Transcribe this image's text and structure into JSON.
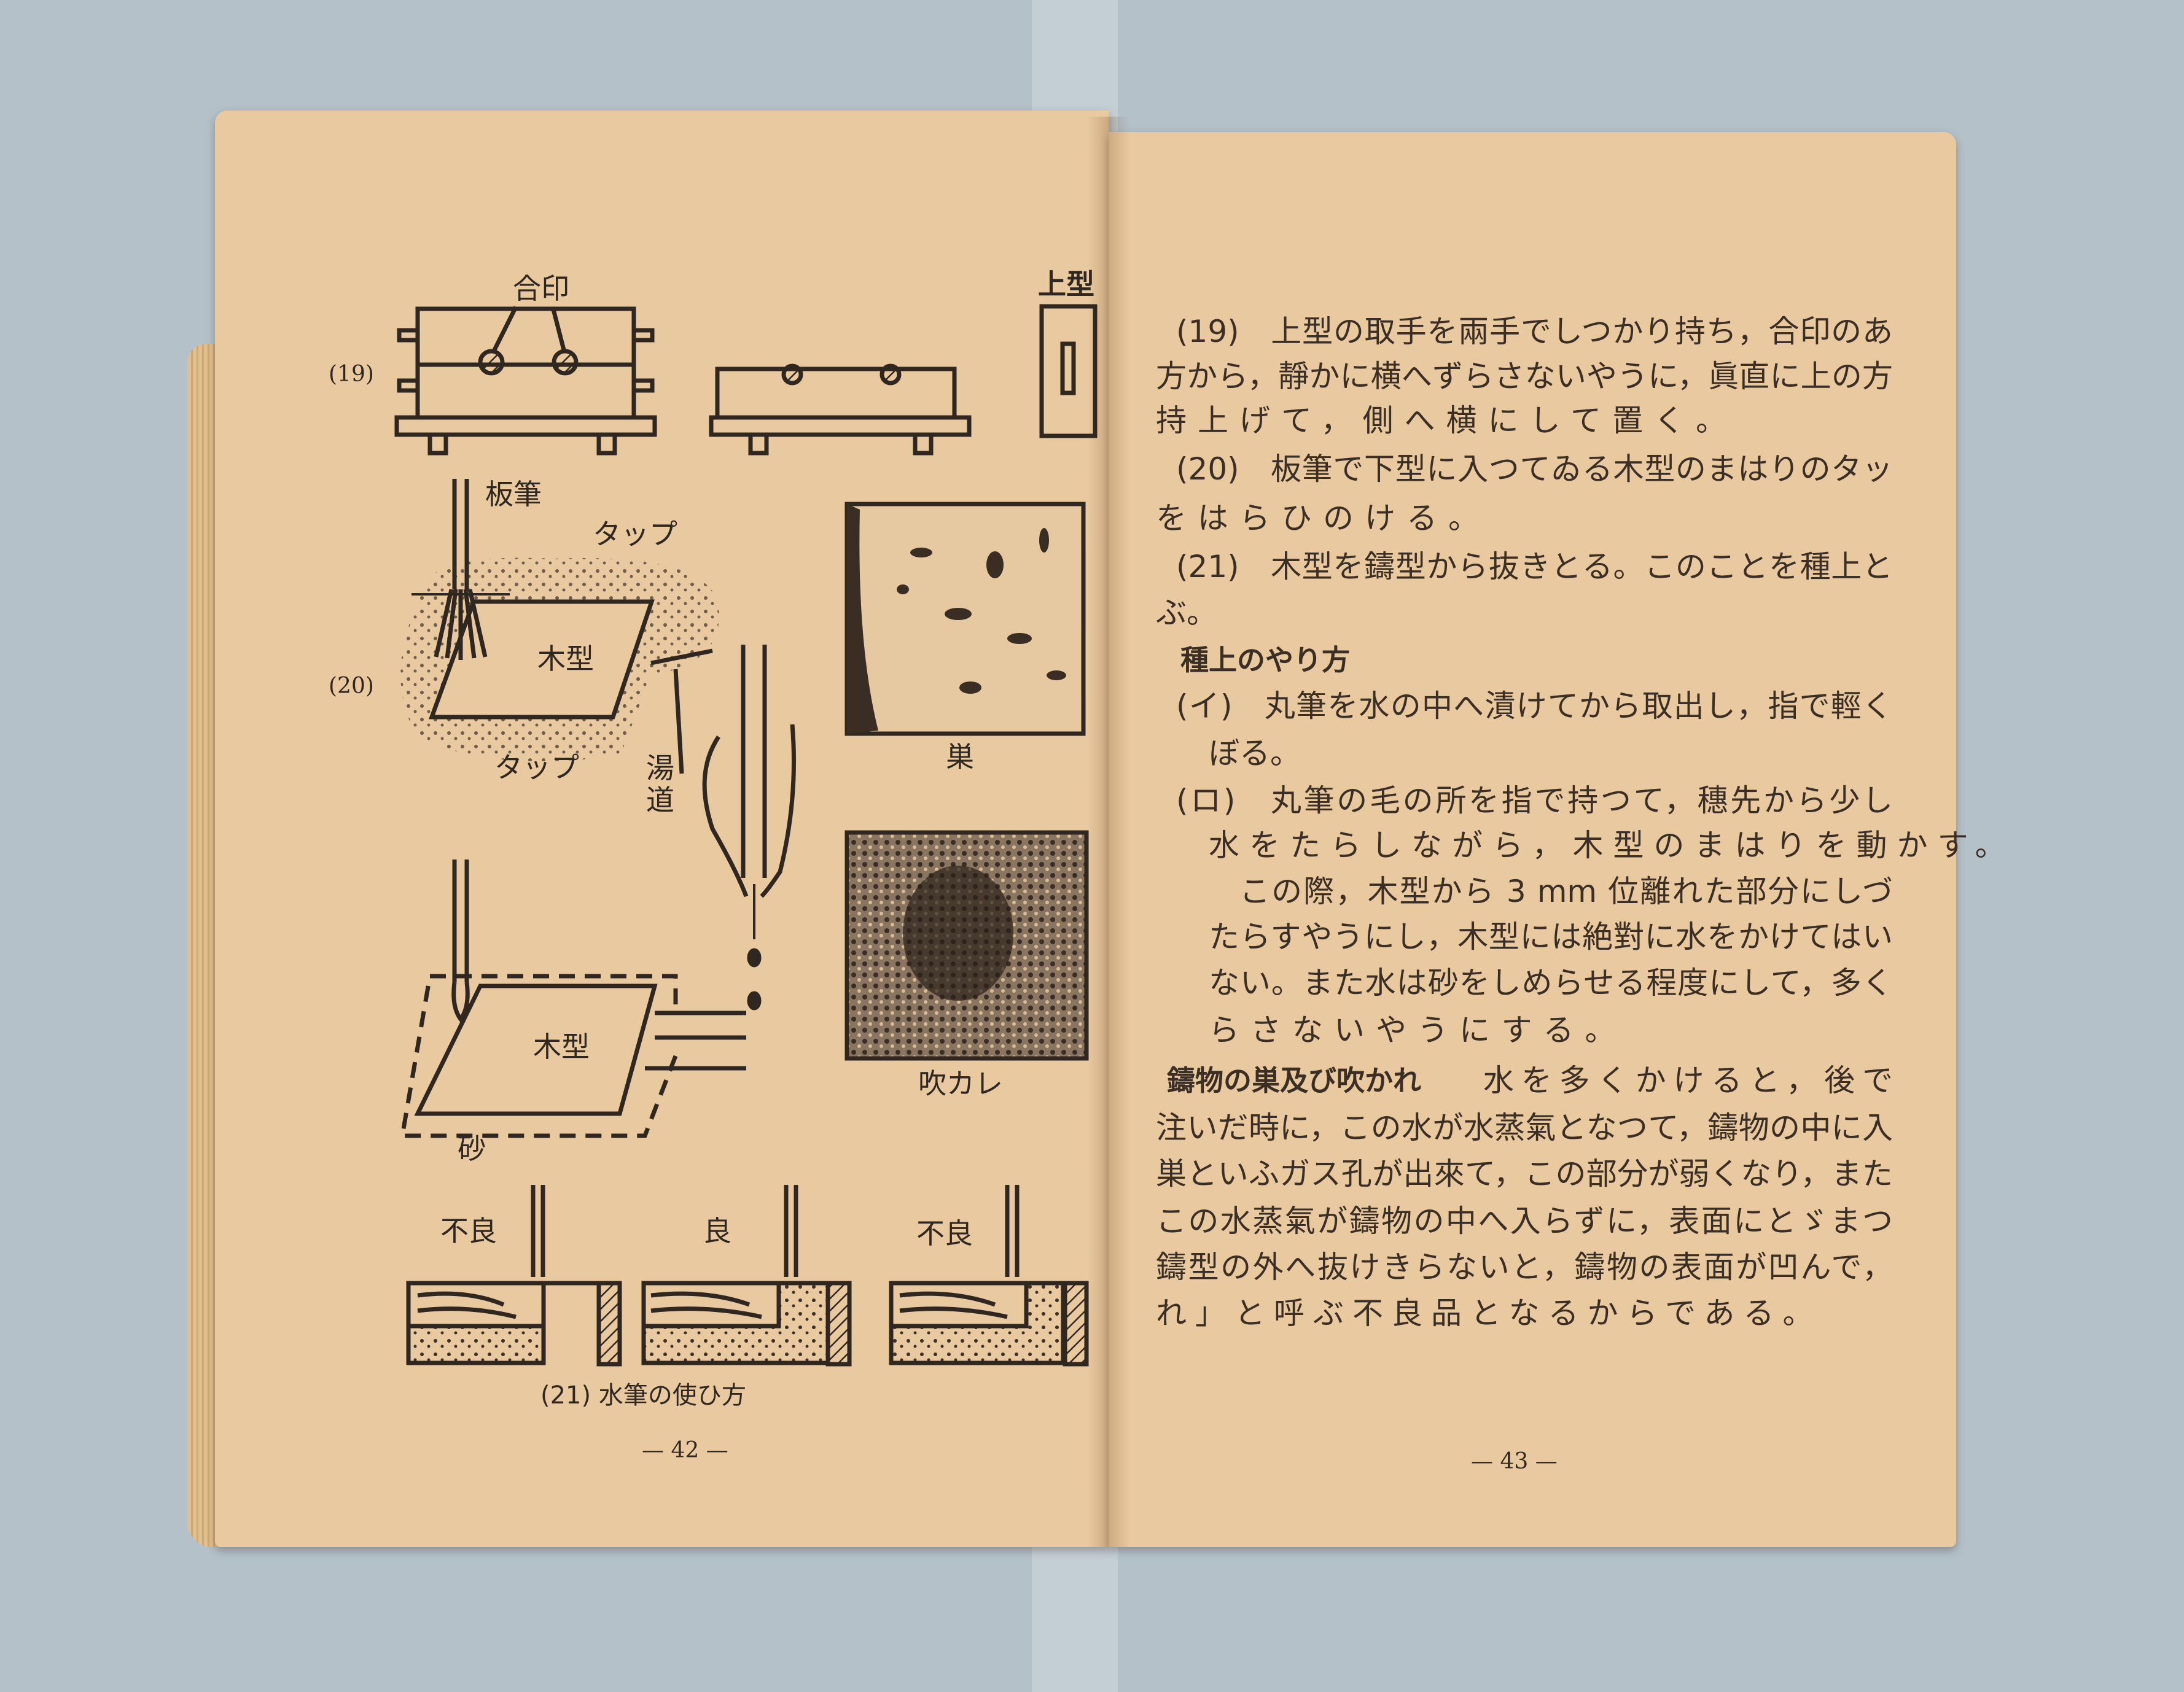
{
  "left_page": {
    "figure_labels": {
      "aijirushi": "合印",
      "uwagata": "上型",
      "fig19": "(19)",
      "itafude": "板筆",
      "tap_top": "タップ",
      "kigata_20": "木型",
      "fig20": "(20)",
      "tap_bottom": "タップ",
      "yumichi": "湯道",
      "su": "巣",
      "kigata_21": "木型",
      "fukikare": "吹カレ",
      "suna": "砂",
      "bad_left": "不良",
      "good": "良",
      "bad_right": "不良"
    },
    "caption": "(21) 水筆の使ひ方",
    "page_number": "— 42 —"
  },
  "right_page": {
    "lines": [
      "(19)　上型の取手を兩手でしつかり持ち，合印のある",
      "方から，靜かに横へずらさないやうに，眞直に上の方へ",
      "持上げて，側へ横にして置く。",
      "(20)　板筆で下型に入つてゐる木型のまはりのタップ",
      "をはらひのける。",
      "(21)　木型を鑄型から抜きとる。このことを種上と呼",
      "ぶ。",
      "(イ)　丸筆を水の中へ漬けてから取出し，指で輕くし",
      "ぼる。",
      "(ロ)　丸筆の毛の所を指で持つて，穗先から少しづゝ",
      "水をたらしながら，木型のまはりを動かす。",
      "この際，木型から 3 mm 位離れた部分にしづくを",
      "たらすやうにし，木型には絶對に水をかけてはいけ",
      "ない。また水は砂をしめらせる程度にして，多くた",
      "らさないやうにする。",
      "水を多くかけると，後で「湯」を",
      "注いだ時に，この水が水蒸氣となつて，鑄物の中に入り",
      "巣といふガス孔が出來て，この部分が弱くなり，または",
      "この水蒸氣が鑄物の中へ入らずに，表面にとゞまつて，",
      "鑄型の外へ抜けきらないと，鑄物の表面が凹んで，「吹か",
      "れ」と呼ぶ不良品となるからである。"
    ],
    "heading_taneage": "種上のやり方",
    "heading_su": "鑄物の巣及び吹かれ",
    "page_number": "— 43 —"
  },
  "colors": {
    "background": "#b4c1c9",
    "paper": "#e9c99f",
    "ink": "#3b2f25"
  }
}
